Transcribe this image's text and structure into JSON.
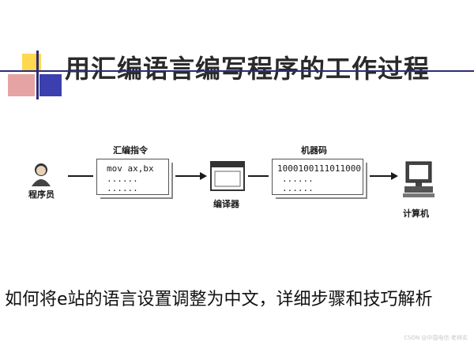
{
  "slide": {
    "title": "用汇编语言编写程序的工作过程"
  },
  "diagram": {
    "programmer_label": "程序员",
    "asm_label": "汇编指令",
    "asm_lines": [
      "mov ax,bx",
      "......",
      "......"
    ],
    "assembler_label": "编译器",
    "machine_label": "机器码",
    "machine_lines": [
      "1000100111011000",
      "......",
      "......"
    ],
    "computer_label": "计算机",
    "icons": [
      "person-icon",
      "window-icon",
      "computer-icon"
    ]
  },
  "caption": "如何将e站的语言设置调整为中文，详细步骤和技巧解析",
  "watermark": "CSDN @中国电信-老林实"
}
